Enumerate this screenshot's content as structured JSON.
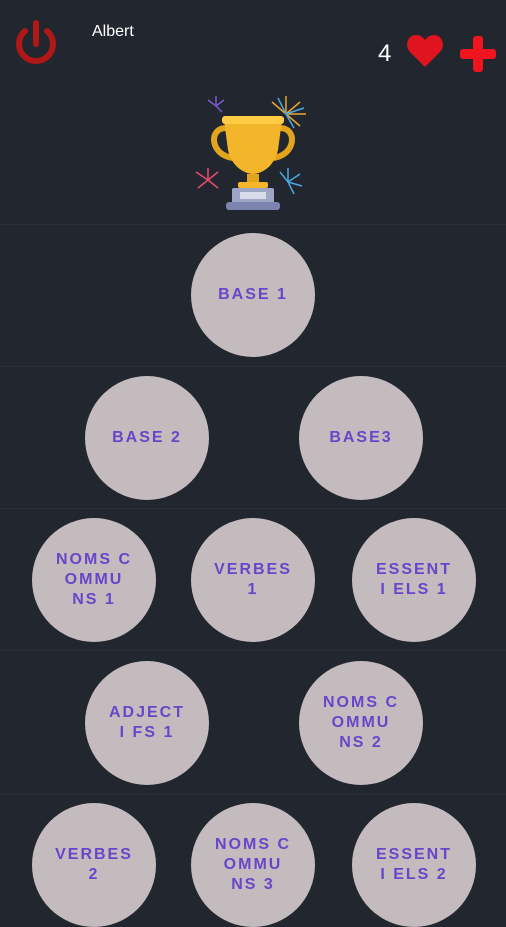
{
  "header": {
    "username": "Albert",
    "lives": "4",
    "icons": {
      "power": "power-icon",
      "heart": "heart-icon",
      "plus": "plus-icon"
    },
    "colors": {
      "power": "#b01818",
      "heart": "#e0141e",
      "plus": "#f0141e"
    }
  },
  "trophy": {
    "icon": "trophy-icon"
  },
  "lessons": [
    {
      "label": "BASE 1"
    },
    {
      "label": "BASE 2"
    },
    {
      "label": "BASE3"
    },
    {
      "label": "NOMS COMMU NS 1"
    },
    {
      "label": "VERBES 1"
    },
    {
      "label": "ESSENTI ELS 1"
    },
    {
      "label": "ADJECTI FS 1"
    },
    {
      "label": "NOMS COMMU NS 2"
    },
    {
      "label": "VERBES 2"
    },
    {
      "label": "NOMS COMMU NS 3"
    },
    {
      "label": "ESSENTI ELS 2"
    }
  ],
  "colors": {
    "background": "#22262f",
    "node_fill": "#c3bbbd",
    "node_text": "#6a45c9"
  }
}
